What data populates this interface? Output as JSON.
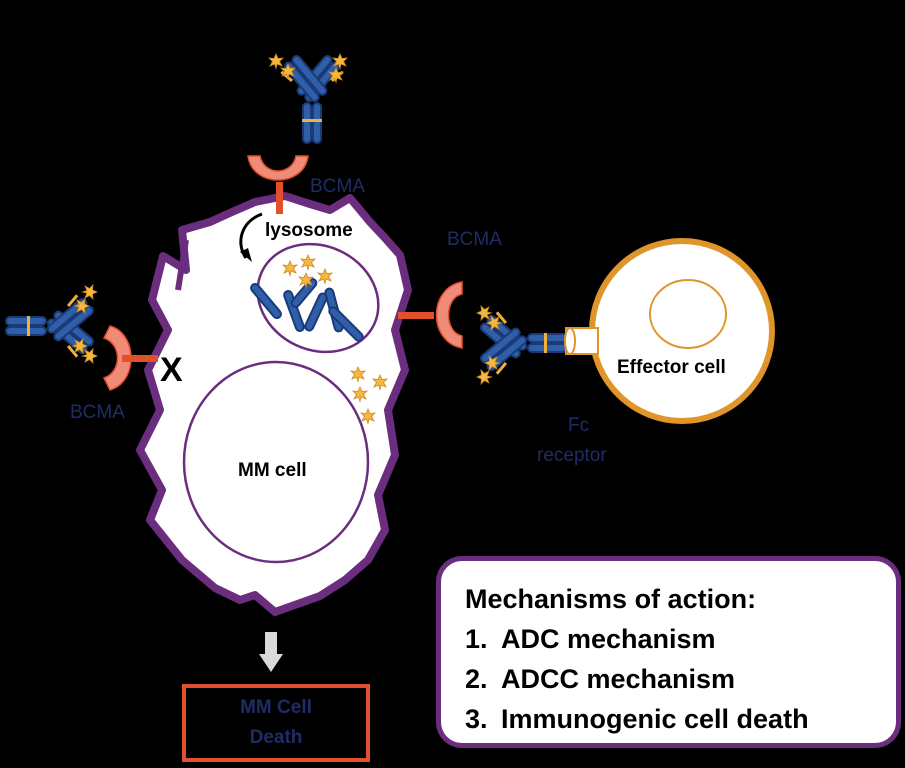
{
  "labels": {
    "bcma_top": "BCMA",
    "bcma_right": "BCMA",
    "bcma_left": "BCMA",
    "lysosome": "lysosome",
    "x_mark": "X",
    "mm_cell": "MM cell",
    "effector_cell": "Effector cell",
    "fc_line1": "Fc",
    "fc_line2": "receptor",
    "death_line1": "MM Cell",
    "death_line2": "Death"
  },
  "mechanisms": {
    "title": "Mechanisms of action:",
    "items": [
      {
        "num": "1.",
        "text": "ADC mechanism"
      },
      {
        "num": "2.",
        "text": "ADCC mechanism"
      },
      {
        "num": "3.",
        "text": "Immunogenic cell death"
      }
    ]
  },
  "colors": {
    "background": "#000000",
    "cell_outline": "#6b2d7e",
    "antibody": "#2f5fa8",
    "antibody_outline": "#1a3a78",
    "antibody_band": "#f0b23a",
    "payload_star": "#f6b840",
    "receptor": "#f08b7a",
    "receptor_stem": "#e0502b",
    "effector_outline": "#e0952a",
    "death_box_border": "#e0502b",
    "label_text": "#1f2d66",
    "arrow": "#d9d9d9"
  },
  "icons": [
    "antibody-drug-conjugate-icon",
    "payload-star-icon",
    "bcma-receptor-icon",
    "fc-receptor-icon",
    "down-arrow-icon",
    "curved-arrow-icon"
  ]
}
